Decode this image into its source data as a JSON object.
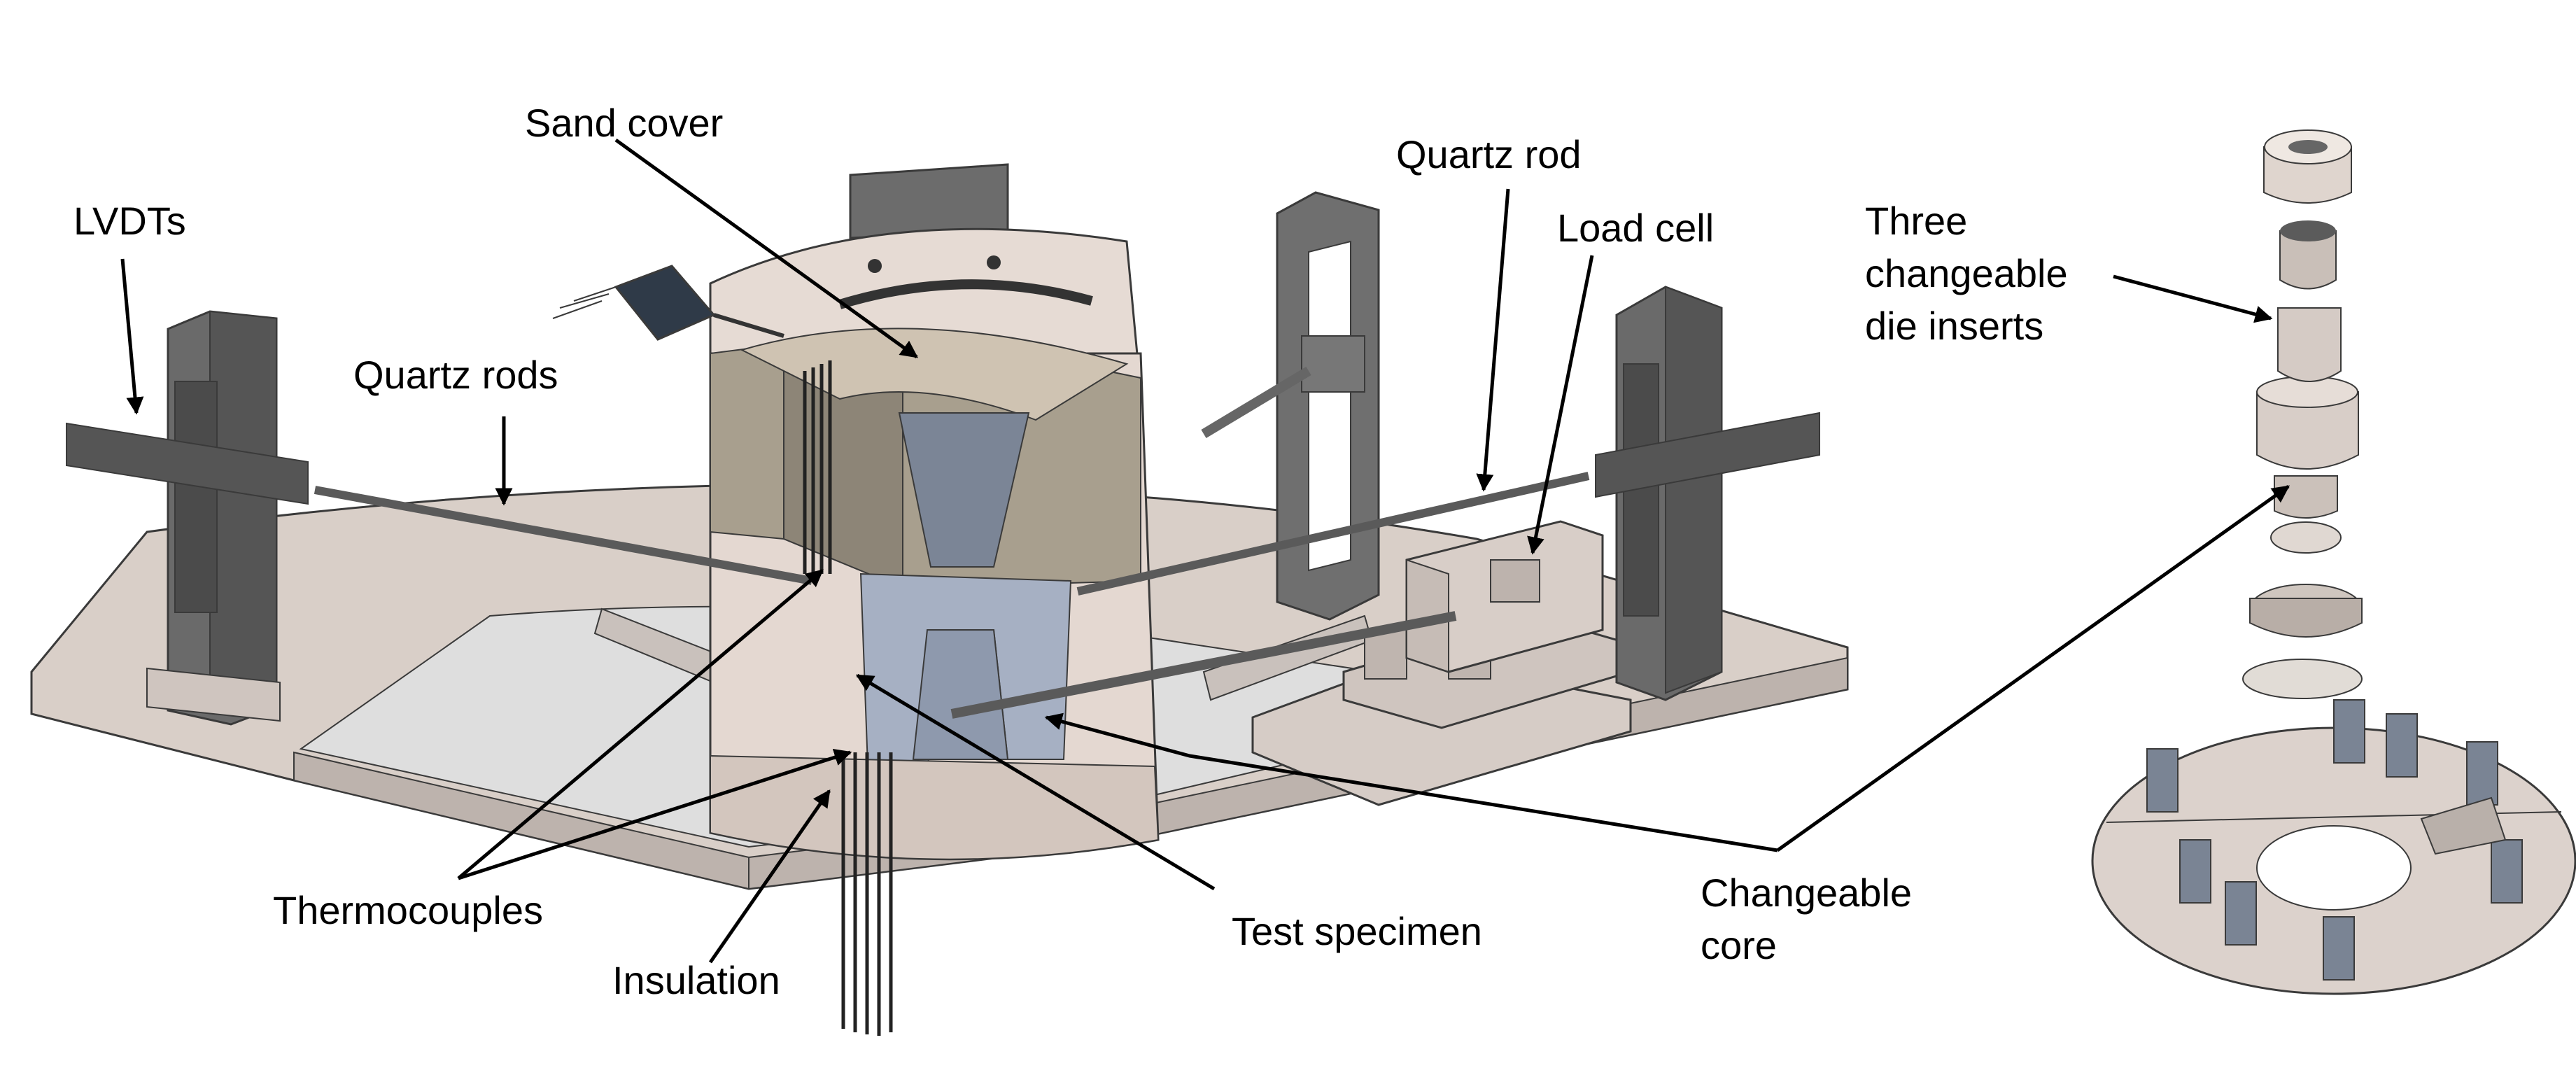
{
  "labels": {
    "sand_cover": "Sand cover",
    "lvdts": "LVDTs",
    "quartz_rods": "Quartz rods",
    "quartz_rod": "Quartz rod",
    "load_cell": "Load cell",
    "die_inserts_1": "Three",
    "die_inserts_2": "changeable",
    "die_inserts_3": "die inserts",
    "thermocouples": "Thermocouples",
    "insulation": "Insulation",
    "test_specimen": "Test specimen",
    "changeable_core_1": "Changeable",
    "changeable_core_2": "core"
  }
}
